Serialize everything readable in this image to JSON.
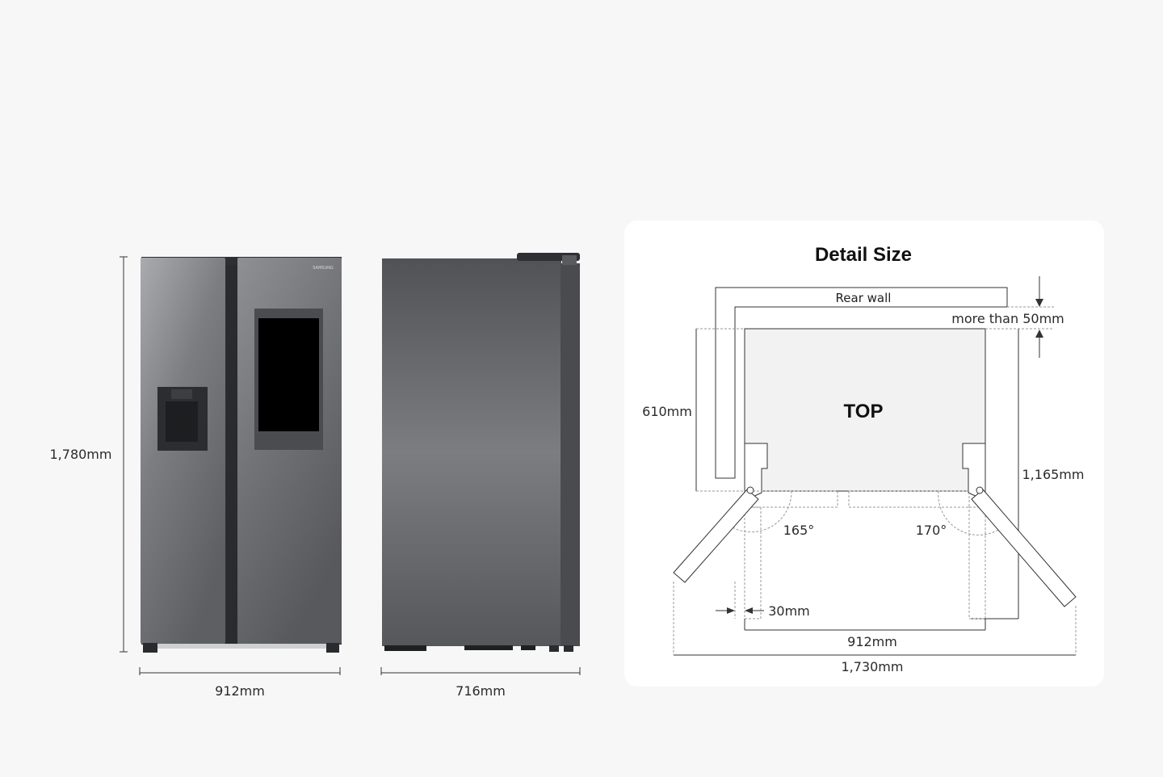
{
  "front_view": {
    "height_label": "1,780mm",
    "width_label": "912mm",
    "brand_mark": "SAMSUNG"
  },
  "side_view": {
    "depth_label": "716mm"
  },
  "detail_panel": {
    "title": "Detail Size",
    "rear_wall_label": "Rear wall",
    "clearance_label": "more than 50mm",
    "top_label": "TOP",
    "depth_label": "610mm",
    "open_depth_label": "1,165mm",
    "left_angle_label": "165°",
    "right_angle_label": "170°",
    "gap_label": "30mm",
    "body_width_label": "912mm",
    "open_width_label": "1,730mm"
  },
  "colors": {
    "background": "#f7f7f7",
    "panel": "#ffffff",
    "fridge_steel": "#6f7175",
    "line": "#333333"
  }
}
